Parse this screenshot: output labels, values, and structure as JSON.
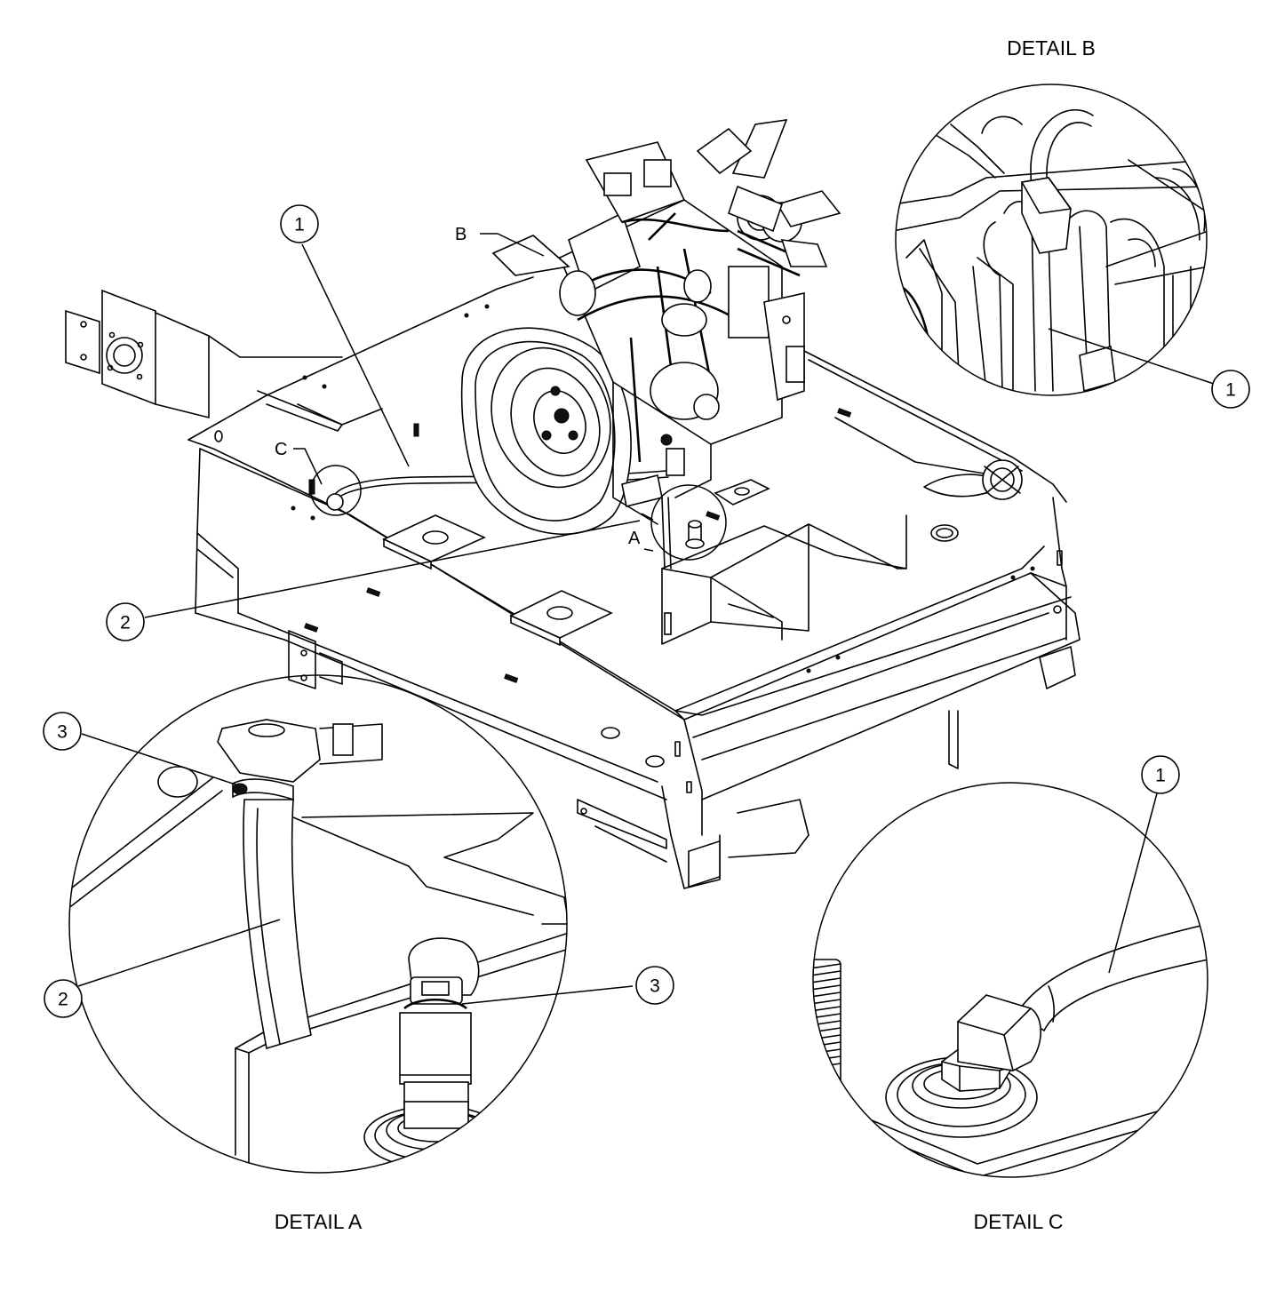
{
  "details": {
    "a": {
      "caption": "DETAIL A"
    },
    "b": {
      "caption": "DETAIL B"
    },
    "c": {
      "caption": "DETAIL C"
    }
  },
  "view_callouts": {
    "a": "A",
    "b": "B",
    "c": "C"
  },
  "item_numbers": {
    "main_1": "1",
    "main_2": "2",
    "detail_b_1": "1",
    "detail_a_3_top": "3",
    "detail_a_3_mid": "3",
    "detail_a_2": "2",
    "detail_c_1": "1"
  }
}
